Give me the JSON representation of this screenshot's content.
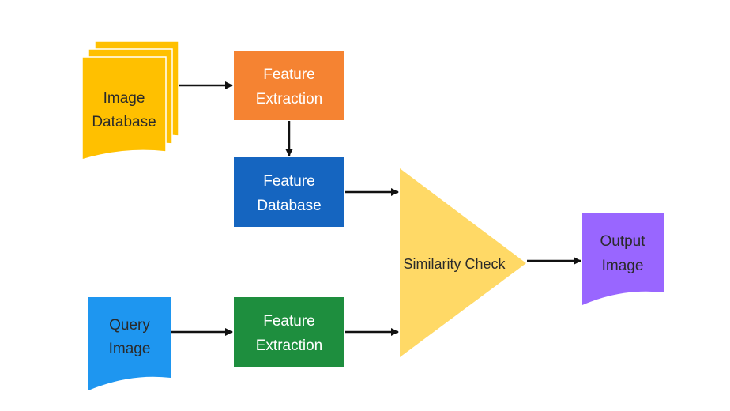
{
  "nodes": {
    "image_database": {
      "line1": "Image",
      "line2": "Database",
      "color": "#FFC000"
    },
    "feature_extraction_top": {
      "line1": "Feature",
      "line2": "Extraction",
      "color": "#F58332"
    },
    "feature_database": {
      "line1": "Feature",
      "line2": "Database",
      "color": "#1565C0"
    },
    "query_image": {
      "line1": "Query",
      "line2": "Image",
      "color": "#1E96F0"
    },
    "feature_extraction_bottom": {
      "line1": "Feature",
      "line2": "Extraction",
      "color": "#1E8E3E"
    },
    "similarity_check": {
      "label": "Similarity Check",
      "color": "#FFD966"
    },
    "output_image": {
      "line1": "Output",
      "line2": "Image",
      "color": "#9966FF"
    }
  },
  "edges": [
    {
      "from": "image_database",
      "to": "feature_extraction_top"
    },
    {
      "from": "feature_extraction_top",
      "to": "feature_database"
    },
    {
      "from": "feature_database",
      "to": "similarity_check"
    },
    {
      "from": "query_image",
      "to": "feature_extraction_bottom"
    },
    {
      "from": "feature_extraction_bottom",
      "to": "similarity_check"
    },
    {
      "from": "similarity_check",
      "to": "output_image"
    }
  ]
}
